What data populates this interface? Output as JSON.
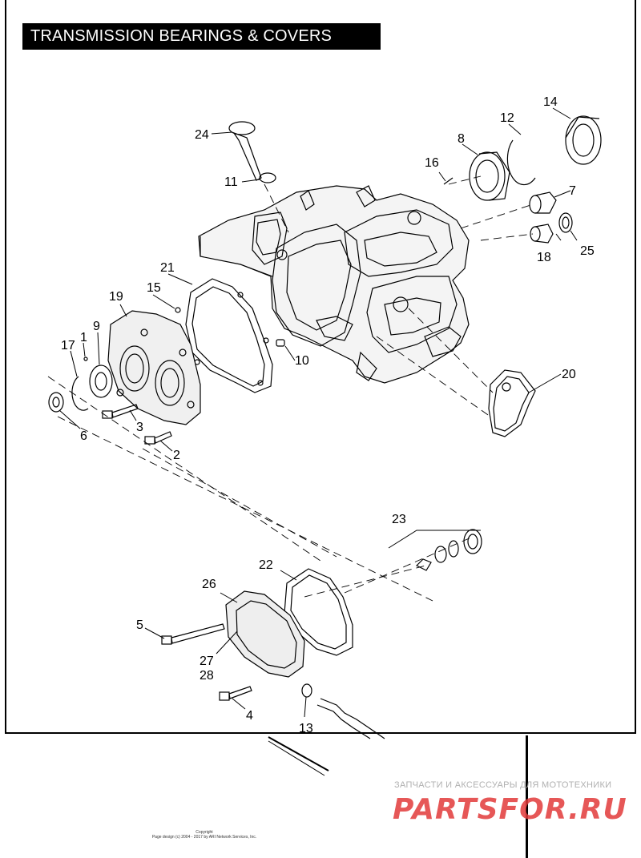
{
  "title": "TRANSMISSION BEARINGS & COVERS",
  "callouts": [
    {
      "id": "c1",
      "label": "1"
    },
    {
      "id": "c2",
      "label": "2"
    },
    {
      "id": "c3",
      "label": "3"
    },
    {
      "id": "c4",
      "label": "4"
    },
    {
      "id": "c5",
      "label": "5"
    },
    {
      "id": "c6",
      "label": "6"
    },
    {
      "id": "c7",
      "label": "7"
    },
    {
      "id": "c8",
      "label": "8"
    },
    {
      "id": "c9",
      "label": "9"
    },
    {
      "id": "c10",
      "label": "10"
    },
    {
      "id": "c11",
      "label": "11"
    },
    {
      "id": "c12",
      "label": "12"
    },
    {
      "id": "c13",
      "label": "13"
    },
    {
      "id": "c14",
      "label": "14"
    },
    {
      "id": "c15",
      "label": "15"
    },
    {
      "id": "c16",
      "label": "16"
    },
    {
      "id": "c17",
      "label": "17"
    },
    {
      "id": "c18",
      "label": "18"
    },
    {
      "id": "c19",
      "label": "19"
    },
    {
      "id": "c20",
      "label": "20"
    },
    {
      "id": "c21",
      "label": "21"
    },
    {
      "id": "c22",
      "label": "22"
    },
    {
      "id": "c23",
      "label": "23"
    },
    {
      "id": "c24",
      "label": "24"
    },
    {
      "id": "c25",
      "label": "25"
    },
    {
      "id": "c26",
      "label": "26"
    },
    {
      "id": "c27",
      "label": "27"
    },
    {
      "id": "c28",
      "label": "28"
    }
  ],
  "watermark": {
    "caption": "ЗАПЧАСТИ И АКСЕССУАРЫ ДЛЯ МОТОТЕХНИКИ",
    "logo": "PARTSFOR.RU",
    "color": "#e23a3a"
  },
  "copyright": {
    "line1": "Copyright",
    "line2": "Page design (c) 2004 - 2017 by ARI Network Services, Inc."
  }
}
